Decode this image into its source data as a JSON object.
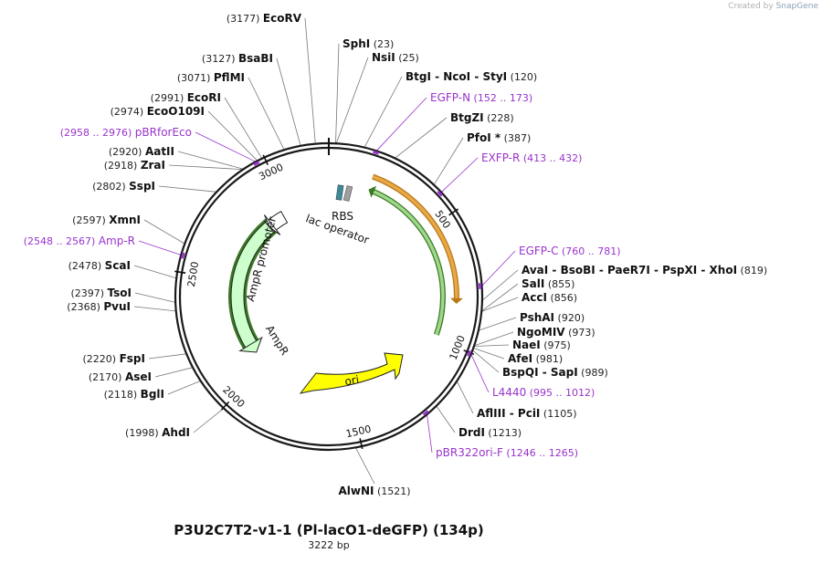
{
  "credit": {
    "prefix": "Created by",
    "brand": "SnapGene"
  },
  "plasmid": {
    "name": "P3U2C7T2-v1-1 (Pl-lacO1-deGFP) (134p)",
    "length_label": "3222 bp",
    "length": 3222
  },
  "ticks": [
    {
      "label": "500",
      "pos": 500
    },
    {
      "label": "1000",
      "pos": 1000
    },
    {
      "label": "1500",
      "pos": 1500
    },
    {
      "label": "2000",
      "pos": 2000
    },
    {
      "label": "2500",
      "pos": 2500
    },
    {
      "label": "3000",
      "pos": 3000
    }
  ],
  "features": [
    {
      "label": "RBS",
      "color": "#3b8a9c"
    },
    {
      "label": "lac operator",
      "color": "#a0a0a0"
    },
    {
      "label": "AmpR promoter",
      "color": "#ffffff"
    },
    {
      "label": "AmpR",
      "color": "#ccffcc"
    },
    {
      "label": "ori",
      "color": "#ffff00"
    }
  ],
  "colors": {
    "sites": "#111111",
    "primers": "#9933cc",
    "deGFP_arrow": "#e8a845",
    "green_arrow": "#6aa84f"
  },
  "sites": [
    {
      "name": "EcoRV",
      "pos": "(3177)",
      "type": "enzyme"
    },
    {
      "name": "BsaBI",
      "pos": "(3127)",
      "type": "enzyme"
    },
    {
      "name": "PflMI",
      "pos": "(3071)",
      "type": "enzyme"
    },
    {
      "name": "EcoRI",
      "pos": "(2991)",
      "type": "enzyme"
    },
    {
      "name": "EcoO109I",
      "pos": "(2974)",
      "type": "enzyme"
    },
    {
      "name": "pBRforEco",
      "pos": "(2958 .. 2976)",
      "type": "primer"
    },
    {
      "name": "AatII",
      "pos": "(2920)",
      "type": "enzyme"
    },
    {
      "name": "ZraI",
      "pos": "(2918)",
      "type": "enzyme"
    },
    {
      "name": "SspI",
      "pos": "(2802)",
      "type": "enzyme"
    },
    {
      "name": "XmnI",
      "pos": "(2597)",
      "type": "enzyme"
    },
    {
      "name": "Amp-R",
      "pos": "(2548 .. 2567)",
      "type": "primer"
    },
    {
      "name": "ScaI",
      "pos": "(2478)",
      "type": "enzyme"
    },
    {
      "name": "TsoI",
      "pos": "(2397)",
      "type": "enzyme"
    },
    {
      "name": "PvuI",
      "pos": "(2368)",
      "type": "enzyme"
    },
    {
      "name": "FspI",
      "pos": "(2220)",
      "type": "enzyme"
    },
    {
      "name": "AseI",
      "pos": "(2170)",
      "type": "enzyme"
    },
    {
      "name": "BglI",
      "pos": "(2118)",
      "type": "enzyme"
    },
    {
      "name": "AhdI",
      "pos": "(1998)",
      "type": "enzyme"
    },
    {
      "name": "AlwNI",
      "pos": "(1521)",
      "type": "enzyme"
    },
    {
      "name": "SphI",
      "pos": "(23)",
      "type": "enzyme"
    },
    {
      "name": "NsiI",
      "pos": "(25)",
      "type": "enzyme"
    },
    {
      "name": "BtgI - NcoI - StyI",
      "pos": "(120)",
      "type": "enzyme"
    },
    {
      "name": "EGFP-N",
      "pos": "(152 .. 173)",
      "type": "primer"
    },
    {
      "name": "BtgZI",
      "pos": "(228)",
      "type": "enzyme"
    },
    {
      "name": "PfoI *",
      "pos": "(387)",
      "type": "enzyme"
    },
    {
      "name": "EXFP-R",
      "pos": "(413 .. 432)",
      "type": "primer"
    },
    {
      "name": "EGFP-C",
      "pos": "(760 .. 781)",
      "type": "primer"
    },
    {
      "name": "AvaI - BsoBI - PaeR7I - PspXI - XhoI",
      "pos": "(819)",
      "type": "enzyme"
    },
    {
      "name": "SalI",
      "pos": "(855)",
      "type": "enzyme"
    },
    {
      "name": "AccI",
      "pos": "(856)",
      "type": "enzyme"
    },
    {
      "name": "PshAI",
      "pos": "(920)",
      "type": "enzyme"
    },
    {
      "name": "NgoMIV",
      "pos": "(973)",
      "type": "enzyme"
    },
    {
      "name": "NaeI",
      "pos": "(975)",
      "type": "enzyme"
    },
    {
      "name": "AfeI",
      "pos": "(981)",
      "type": "enzyme"
    },
    {
      "name": "BspQI - SapI",
      "pos": "(989)",
      "type": "enzyme"
    },
    {
      "name": "L4440",
      "pos": "(995 .. 1012)",
      "type": "primer"
    },
    {
      "name": "AflIII - PciI",
      "pos": "(1105)",
      "type": "enzyme"
    },
    {
      "name": "DrdI",
      "pos": "(1213)",
      "type": "enzyme"
    },
    {
      "name": "pBR322ori-F",
      "pos": "(1246 .. 1265)",
      "type": "primer"
    }
  ]
}
